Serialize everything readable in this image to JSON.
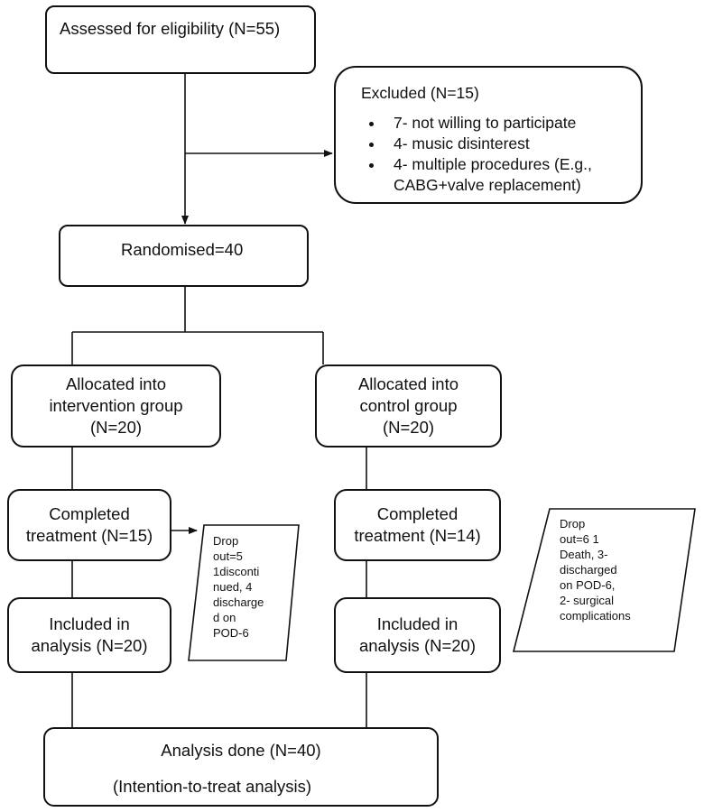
{
  "assessed": {
    "text": "Assessed for eligibility (N=55)"
  },
  "excluded": {
    "title": "Excluded (N=15)",
    "items": [
      "7- not willing to participate",
      "4- music disinterest",
      "4- multiple procedures (E.g., CABG+valve replacement)"
    ]
  },
  "randomised": {
    "text": "Randomised=40"
  },
  "intervention": {
    "allocated": [
      "Allocated into",
      "intervention group",
      "(N=20)"
    ],
    "completed": [
      "Completed",
      "treatment (N=15)"
    ],
    "included": [
      "Included in",
      "analysis (N=20)"
    ],
    "dropout": "Drop\nout=5\n1disconti\nnued, 4\ndischarge\nd on\nPOD-6"
  },
  "control": {
    "allocated": [
      "Allocated into",
      "control group",
      "(N=20)"
    ],
    "completed": [
      "Completed",
      "treatment (N=14)"
    ],
    "included": [
      "Included in",
      "analysis (N=20)"
    ],
    "dropout": "Drop\nout=6 1\nDeath, 3-\ndischarged\non POD-6,\n2- surgical\ncomplications"
  },
  "analysis": {
    "line1": "Analysis done (N=40)",
    "line2": "(Intention-to-treat analysis)"
  }
}
